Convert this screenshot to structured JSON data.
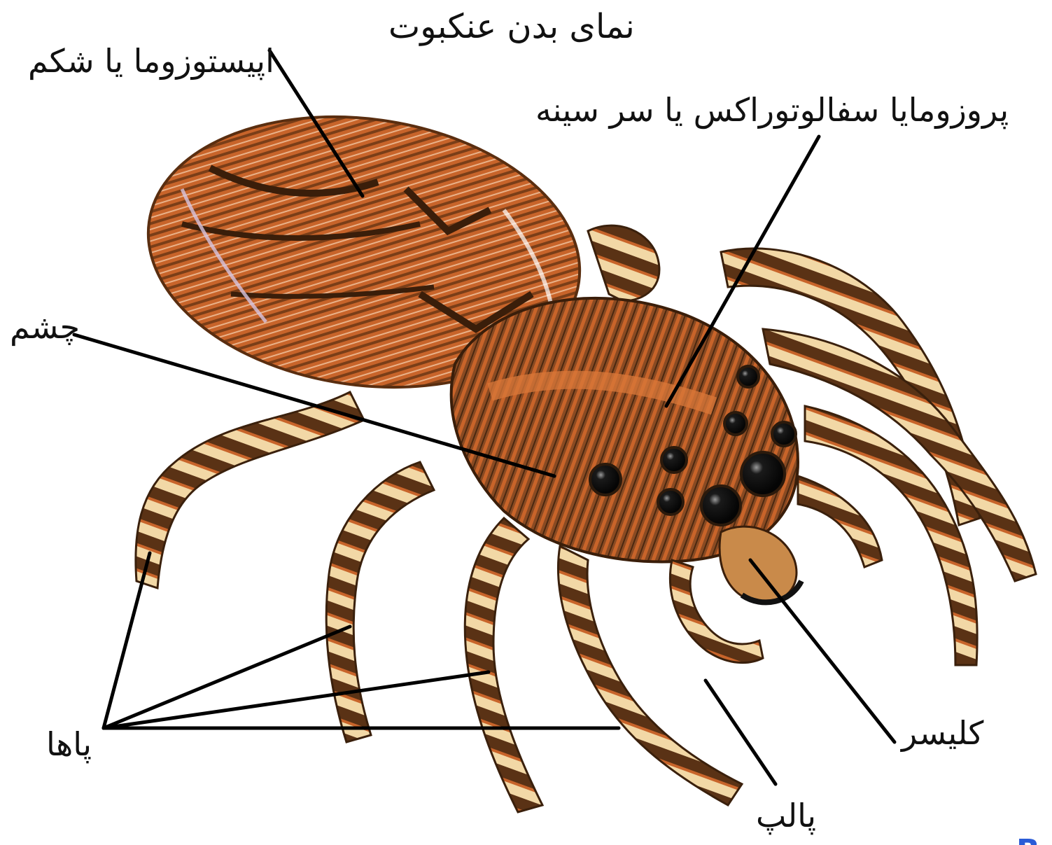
{
  "title": "نمای بدن عنکبوت",
  "labels": {
    "abdomen": "اپیستوزوما یا شکم",
    "cephalothorax": "پروزومایا سفالوتوراکس یا سر سینه",
    "eye": "چشم",
    "legs": "پاها",
    "palp": "پالپ",
    "chelicera": "کلیسر"
  },
  "corner_mark": "B",
  "colors": {
    "background": "#ffffff",
    "leader_line": "#000000",
    "body_orange": "#c8642a",
    "body_brown": "#6b3a1a",
    "leg_cream": "#f2d8a6",
    "leg_dark": "#5a3215",
    "eye": "#0d0d0d",
    "corner_mark": "#2a5bd7"
  }
}
